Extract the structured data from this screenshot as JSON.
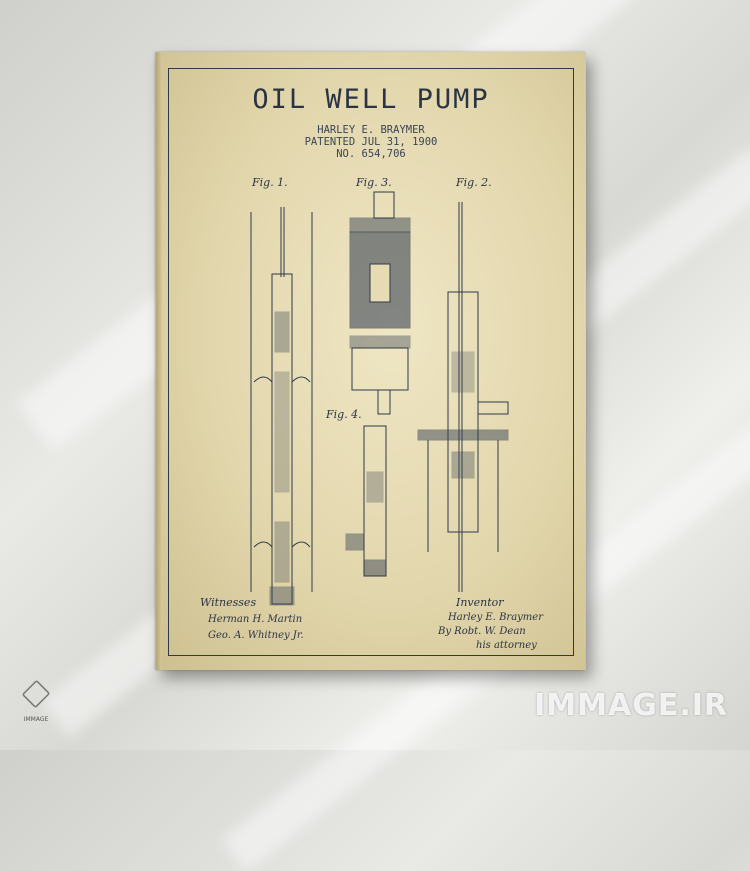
{
  "poster": {
    "title": "OIL WELL PUMP",
    "inventor_line": "HARLEY E. BRAYMER",
    "patent_line": "PATENTED JUL 31, 1900",
    "number_line": "NO. 654,706",
    "figures": {
      "fig1": "Fig. 1.",
      "fig2": "Fig. 2.",
      "fig3": "Fig. 3.",
      "fig4": "Fig. 4."
    },
    "witnesses_label": "Witnesses",
    "witness_1": "Herman H. Martin",
    "witness_2": "Geo. A. Whitney Jr.",
    "inventor_label": "Inventor",
    "inventor_signature": "Harley E. Braymer",
    "attorney_signature": "By Robt. W. Dean",
    "attorney_role": "his attorney"
  },
  "watermark": {
    "text": "IMMAGE.IR"
  },
  "logo": {
    "text": "IMMAGE"
  },
  "colors": {
    "ink": "#2e3a4a",
    "paper": "#e6dbb3",
    "wall": "#e2e2df"
  }
}
